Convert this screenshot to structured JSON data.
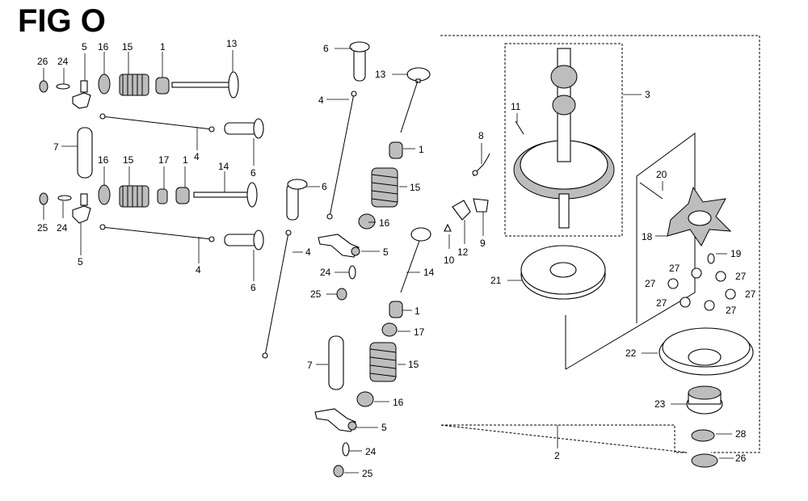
{
  "figure": {
    "title": "FIG O"
  },
  "labels": {
    "l26a": "26",
    "l24a": "24",
    "l5a": "5",
    "l16a": "16",
    "l15a": "15",
    "l1a": "1",
    "l13a": "13",
    "l7a": "7",
    "l4a": "4",
    "l6a": "6",
    "l16b": "16",
    "l15b": "15",
    "l17a": "17",
    "l1b": "1",
    "l14a": "14",
    "l25a": "25",
    "l24b": "24",
    "l5b": "5",
    "l4b": "4",
    "l6b": "6",
    "l6c": "6",
    "l4c": "4",
    "l13b": "13",
    "l1c": "1",
    "l6d": "6",
    "l15c": "15",
    "l16c": "16",
    "l5c": "5",
    "l4d": "4",
    "l24c": "24",
    "l25b": "25",
    "l14b": "14",
    "l1d": "1",
    "l17b": "17",
    "l15d": "15",
    "l7b": "7",
    "l16d": "16",
    "l5d": "5",
    "l24d": "24",
    "l25c": "25",
    "l3": "3",
    "l11": "11",
    "l8": "8",
    "l10": "10",
    "l12": "12",
    "l9": "9",
    "l21": "21",
    "l20": "20",
    "l18": "18",
    "l19": "19",
    "l27a": "27",
    "l27b": "27",
    "l27c": "27",
    "l27d": "27",
    "l27e": "27",
    "l27f": "27",
    "l22": "22",
    "l23": "23",
    "l28": "28",
    "l26b": "26",
    "l2": "2"
  }
}
